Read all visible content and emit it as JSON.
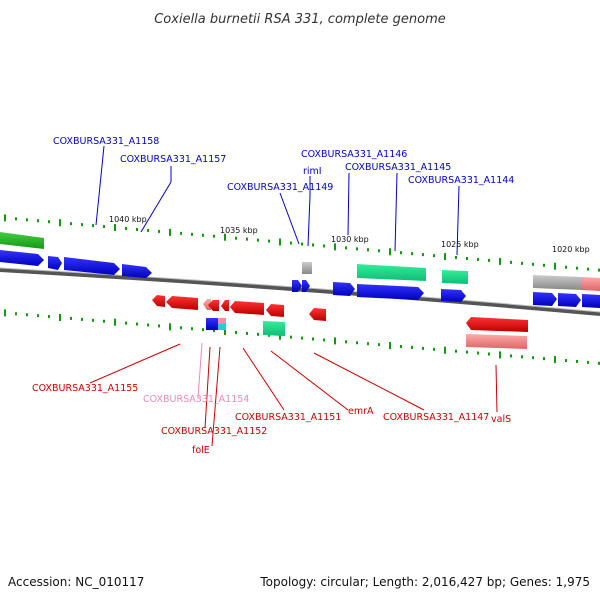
{
  "title": "Coxiella burnetii RSA 331, complete genome",
  "footer": {
    "accession": "Accession: NC_010117",
    "topology": "Topology: circular; Length: 2,016,427 bp; Genes: 1,975"
  },
  "colors": {
    "forward_gene": "#0000dd",
    "reverse_gene": "#dd0000",
    "rna": "#22dd99",
    "pseudo": "#aaaaaa",
    "highlight_reverse": "#ff8888",
    "highlight_label": "#ee88bb",
    "tick": "#119911",
    "backbone": "#777777"
  },
  "scale_labels": [
    {
      "kbp": 1040,
      "text": "1040 kbp"
    },
    {
      "kbp": 1035,
      "text": "1035 kbp"
    },
    {
      "kbp": 1030,
      "text": "1030 kbp"
    },
    {
      "kbp": 1025,
      "text": "1025 kbp"
    },
    {
      "kbp": 1020,
      "text": "1020 kbp"
    }
  ],
  "upper_labels": [
    {
      "id": "COXBURSA331_A1158",
      "text": "COXBURSA331_A1158"
    },
    {
      "id": "COXBURSA331_A1157",
      "text": "COXBURSA331_A1157"
    },
    {
      "id": "COXBURSA331_A1146",
      "text": "COXBURSA331_A1146"
    },
    {
      "id": "rimI",
      "text": "rimI"
    },
    {
      "id": "COXBURSA331_A1145",
      "text": "COXBURSA331_A1145"
    },
    {
      "id": "COXBURSA331_A1149",
      "text": "COXBURSA331_A1149"
    },
    {
      "id": "COXBURSA331_A1144",
      "text": "COXBURSA331_A1144"
    }
  ],
  "lower_labels": [
    {
      "id": "COXBURSA331_A1155",
      "text": "COXBURSA331_A1155"
    },
    {
      "id": "COXBURSA331_A1154",
      "text": "COXBURSA331_A1154"
    },
    {
      "id": "COXBURSA331_A1152",
      "text": "COXBURSA331_A1152"
    },
    {
      "id": "folE",
      "text": "folE"
    },
    {
      "id": "COXBURSA331_A1151",
      "text": "COXBURSA331_A1151"
    },
    {
      "id": "emrA",
      "text": "emrA"
    },
    {
      "id": "COXBURSA331_A1147",
      "text": "COXBURSA331_A1147"
    },
    {
      "id": "valS",
      "text": "valS"
    }
  ]
}
